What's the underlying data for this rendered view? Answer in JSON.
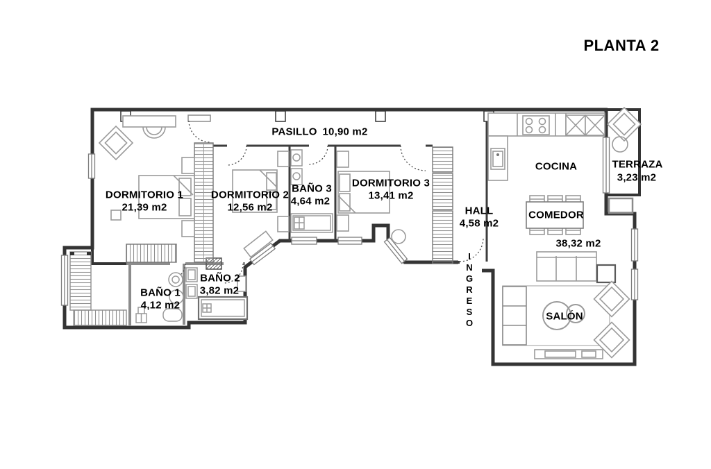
{
  "title": "PLANTA 2",
  "rooms": {
    "dormitorio1": {
      "name": "DORMITORIO 1",
      "area": "21,39 m2"
    },
    "dormitorio2": {
      "name": "DORMITORIO 2",
      "area": "12,56 m2"
    },
    "dormitorio3": {
      "name": "DORMITORIO 3",
      "area": "13,41 m2"
    },
    "bano1": {
      "name": "BAÑO 1",
      "area": "4,12 m2"
    },
    "bano2": {
      "name": "BAÑO 2",
      "area": "3,82 m2"
    },
    "bano3": {
      "name": "BAÑO 3",
      "area": "4,64 m2"
    },
    "pasillo": {
      "name": "PASILLO",
      "area": "10,90 m2"
    },
    "hall": {
      "name": "HALL",
      "area": "4,58 m2"
    },
    "cocina": {
      "name": "COCINA"
    },
    "terraza": {
      "name": "TERRAZA",
      "area": "3,23 m2"
    },
    "comedor": {
      "name": "COMEDOR"
    },
    "salon": {
      "name": "SALÓN",
      "area": "38,32 m2"
    },
    "ingreso": {
      "name": "INGRESO"
    }
  },
  "colors": {
    "background": "#ffffff",
    "wall": "#343434",
    "partition": "#8c8c8c",
    "furniture": "#9a9a9a",
    "text": "#000000"
  }
}
